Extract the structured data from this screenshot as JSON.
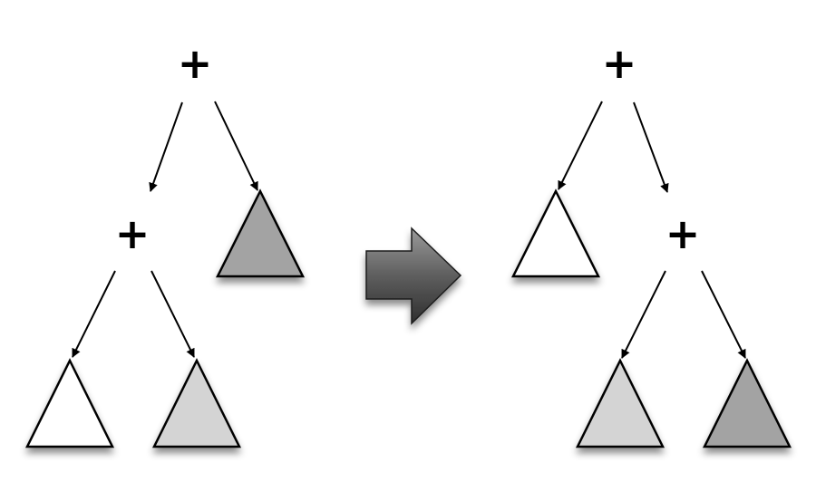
{
  "operator_symbol": "+",
  "colors": {
    "leaf_white": "#ffffff",
    "leaf_light_gray": "#d4d4d4",
    "leaf_dark_gray": "#a3a3a3",
    "arrow_gradient_top": "#9a9a9a",
    "arrow_gradient_mid": "#5e5e5e",
    "arrow_gradient_bottom": "#2e2e2e",
    "line": "#000000"
  },
  "before_tree": {
    "root": "+",
    "left_child": "+",
    "leaves": [
      {
        "shade": "white"
      },
      {
        "shade": "light-gray"
      },
      {
        "shade": "dark-gray"
      }
    ]
  },
  "after_tree": {
    "root": "+",
    "right_child": "+",
    "leaves": [
      {
        "shade": "white"
      },
      {
        "shade": "light-gray"
      },
      {
        "shade": "dark-gray"
      }
    ]
  },
  "transform_arrow": {
    "icon": "right-arrow-icon",
    "direction": "right"
  }
}
